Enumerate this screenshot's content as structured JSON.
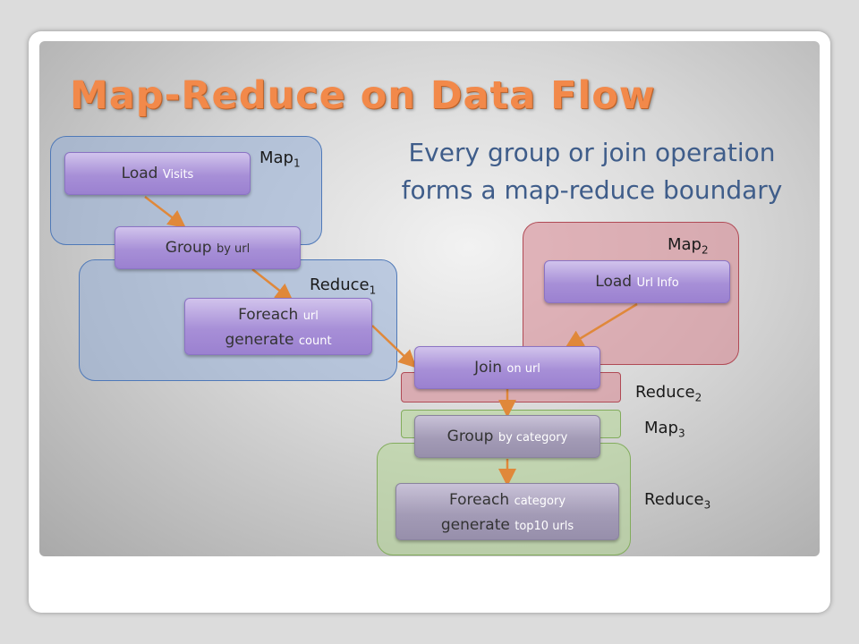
{
  "title": "Map-Reduce on Data Flow",
  "subtitle_line1": "Every group or join operation",
  "subtitle_line2": "forms a map-reduce boundary",
  "nodes": {
    "load_visits": {
      "main": "Load",
      "sub": "Visits"
    },
    "group_by_url": {
      "main": "Group",
      "sub": "by url"
    },
    "foreach_url": {
      "main1": "Foreach",
      "sub1": "url",
      "main2": "generate",
      "sub2": "count"
    },
    "load_url_info": {
      "main": "Load",
      "sub": "Url Info"
    },
    "join_on_url": {
      "main": "Join",
      "sub": "on url"
    },
    "group_by_category": {
      "main": "Group",
      "sub": "by category"
    },
    "foreach_category": {
      "main1": "Foreach",
      "sub1": "category",
      "main2": "generate",
      "sub2": "top10 urls"
    }
  },
  "labels": {
    "map1": {
      "text": "Map",
      "sub": "1"
    },
    "reduce1": {
      "text": "Reduce",
      "sub": "1"
    },
    "map2": {
      "text": "Map",
      "sub": "2"
    },
    "reduce2": {
      "text": "Reduce",
      "sub": "2"
    },
    "map3": {
      "text": "Map",
      "sub": "3"
    },
    "reduce3": {
      "text": "Reduce",
      "sub": "3"
    }
  },
  "colors": {
    "title": "#f2894a",
    "subtitle": "#3f5d8a",
    "arrow": "#e0883a",
    "text_sub": "#ffffff"
  }
}
